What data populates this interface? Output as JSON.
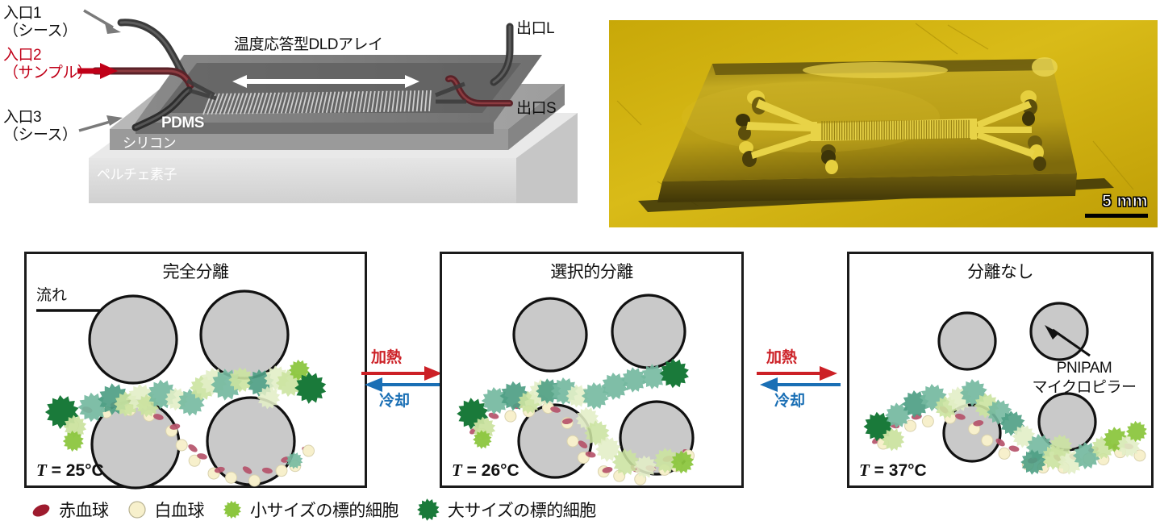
{
  "figure": {
    "title_internal": "Thermoresponsive DLD microfluidic cell separation figure"
  },
  "schematic": {
    "labels": {
      "inlet1_line1": "入口1",
      "inlet1_line2": "（シース）",
      "inlet2_line1": "入口2",
      "inlet2_line2": "（サンプル）",
      "inlet3_line1": "入口3",
      "inlet3_line2": "（シース）",
      "outlet_large": "出口L",
      "outlet_small": "出口S",
      "dld_array": "温度応答型DLDアレイ",
      "pdms": "PDMS",
      "silicon": "シリコン",
      "peltier": "ペルチェ素子"
    },
    "colors": {
      "sample_red": "#c00018",
      "arrow_gray": "#7a7a7a",
      "pdms_gray": "#8f8f8f",
      "silicon_gray": "#6d6d6d",
      "peltier_gray": "#d9d9d9"
    }
  },
  "photo": {
    "scale_label": "5 mm",
    "colors": {
      "background_yellow": "#d8b810",
      "chip_yellow": "#c9ae22"
    }
  },
  "panels": [
    {
      "id": "panel-complete-separation",
      "title": "完全分離",
      "temperature": "25°C",
      "temp_prefix": "T = ",
      "flow_label": "流れ",
      "pillar_radius": 54,
      "show_flow_arrow": true,
      "show_pnipam_callout": false
    },
    {
      "id": "panel-selective-separation",
      "title": "選択的分離",
      "temperature": "26°C",
      "temp_prefix": "T = ",
      "flow_label": "",
      "pillar_radius": 45,
      "show_flow_arrow": false,
      "show_pnipam_callout": false
    },
    {
      "id": "panel-no-separation",
      "title": "分離なし",
      "temperature": "37°C",
      "temp_prefix": "T = ",
      "flow_label": "",
      "pillar_radius": 35,
      "show_flow_arrow": false,
      "show_pnipam_callout": true,
      "pnipam_line1": "PNIPAM",
      "pnipam_line2": "マイクロピラー"
    }
  ],
  "transitions": [
    {
      "id": "transition-1",
      "heat_label": "加熱",
      "cool_label": "冷却"
    },
    {
      "id": "transition-2",
      "heat_label": "加熱",
      "cool_label": "冷却"
    }
  ],
  "transition_colors": {
    "heat": "#cc2026",
    "cool": "#1a6fb5"
  },
  "legend": [
    {
      "id": "rbc",
      "label": "赤血球",
      "icon": "ellipse-dark-red",
      "color": "#9e1b2e"
    },
    {
      "id": "wbc",
      "label": "白血球",
      "icon": "circle-cream",
      "color": "#f7f0cc"
    },
    {
      "id": "small-cell",
      "label": "小サイズの標的細胞",
      "icon": "spiky-yellow-green",
      "color": "#8cc63f"
    },
    {
      "id": "large-cell",
      "label": "大サイズの標的細胞",
      "icon": "spiky-dark-green",
      "color": "#1a7a3a"
    }
  ],
  "cell_colors": {
    "pillar_fill": "#c9c9c9",
    "pillar_stroke": "#111111",
    "teal": "#74b9a0",
    "teal_dark": "#4e9e84",
    "light_green": "#cbe3a0",
    "pale_green": "#e2eec6",
    "small_green": "#8cc63f",
    "large_green": "#1a7a3a",
    "rbc": "#b5536a",
    "rbc_dark": "#9e1b2e",
    "wbc": "#f7f0cc"
  }
}
